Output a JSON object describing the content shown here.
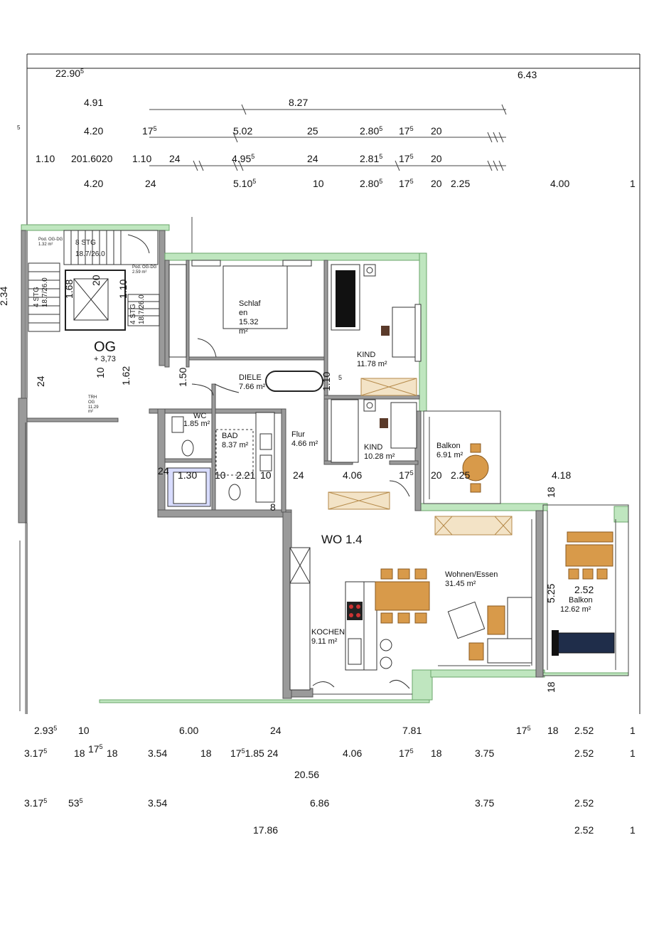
{
  "dims": {
    "d1": "22.90",
    "d1s": "5",
    "d2": "6.43",
    "d3": "4.91",
    "d4": "8.27",
    "d5": "5",
    "d6": "4.20",
    "d7": "17",
    "d7s": "5",
    "d8": "5.02",
    "d9": "25",
    "d10": "2.80",
    "d10s": "5",
    "d11": "17",
    "d11s": "5",
    "d12": "20",
    "d13": "1.10",
    "d14": "201.6020",
    "d15": "1.10",
    "d16": "24",
    "d17": "4.95",
    "d17s": "5",
    "d18": "24",
    "d19": "2.81",
    "d19s": "5",
    "d20": "17",
    "d20s": "5",
    "d21": "20",
    "d22": "4.20",
    "d23": "24",
    "d24": "5.10",
    "d24s": "5",
    "d25": "10",
    "d26": "2.80",
    "d26s": "5",
    "d27": "17",
    "d27s": "5",
    "d28": "20",
    "d29": "2.25",
    "d30": "4.00",
    "d31": "1",
    "side1": "2.34",
    "b1": "2.93",
    "b1s": "5",
    "b2": "10",
    "b3": "6.00",
    "b4": "24",
    "b5": "7.81",
    "b6": "17",
    "b6s": "5",
    "b7": "18",
    "b8": "2.52",
    "b9": "1",
    "c1": "3.17",
    "c1s": "5",
    "c2": "18",
    "c3": "17",
    "c3s": "5",
    "c4": "18",
    "c5": "3.54",
    "c6": "18",
    "c7": "17",
    "c7s": "5",
    "c8": "1.85",
    "c9": "24",
    "c10": "4.06",
    "c11": "17",
    "c11s": "5",
    "c12": "18",
    "c13": "3.75",
    "c14": "2.52",
    "c15": "1",
    "e1": "20.56",
    "f1": "3.17",
    "f1s": "5",
    "f2": "53",
    "f2s": "5",
    "f3": "3.54",
    "f4": "6.86",
    "f5": "3.75",
    "f6": "2.52",
    "g1": "17.86",
    "g2": "2.52",
    "g3": "1"
  },
  "inner_dims": {
    "i1": "24",
    "i2": "10",
    "i3": "1.62",
    "i4": "1.50",
    "i5": "1.10",
    "i6": "5",
    "i7": "24",
    "i8": "1.30",
    "i9": "10",
    "i10": "2.21",
    "i11": "10",
    "i12": "24",
    "i13": "4.06",
    "i14": "17",
    "i14s": "5",
    "i15": "20",
    "i16": "2.25",
    "i17": "4.18",
    "i18": "18",
    "i19": "5.25",
    "i20": "2.52",
    "i21": "18",
    "i22": "8",
    "i23": "1.68",
    "i24": "1.10",
    "i25": "20"
  },
  "stairs": {
    "s1": "8 STG",
    "s1b": "18.7/26.0",
    "s2": "4 STG",
    "s2b": "18.7/26.0",
    "s3": "4 STG",
    "s3b": "18.7/26.0"
  },
  "rooms": {
    "og_label": "OG",
    "og_level": "+ 3,73",
    "pod1": "Pod. OG-DG",
    "pod1a": "1.32 m²",
    "pod2": "Pod. OG-DG",
    "pod2a": "2.59 m²",
    "trh1": "TRH",
    "trh2": "OG",
    "trh3": "11.29",
    "trh4": "m²",
    "schlaf1": "Schlaf",
    "schlaf2": "en",
    "schlaf3": "15.32",
    "schlaf4": "m²",
    "kind1": "KIND",
    "kind1a": "11.78 m²",
    "diele": "DIELE",
    "dielea": "7.66 m²",
    "wc": "WC",
    "wca": "1.85 m²",
    "bad": "BAD",
    "bada": "8.37 m²",
    "flur": "Flur",
    "flura": "4.66 m²",
    "kind2": "KIND",
    "kind2a": "10.28 m²",
    "balkon1": "Balkon",
    "balkon1a": "6.91 m²",
    "wo": "WO 1.4",
    "wohnen": "Wohnen/Essen",
    "wohnena": "31.45 m²",
    "kochen": "KOCHEN",
    "kochena": "9.11 m²",
    "balkon2": "Balkon",
    "balkon2a": "12.62 m²"
  },
  "colors": {
    "wall": "#9a9a9a",
    "exterior": "#bfe6bf",
    "furniture_wood": "#d89a4a",
    "bed": "#111111",
    "lounger": "#1f2d4a"
  }
}
